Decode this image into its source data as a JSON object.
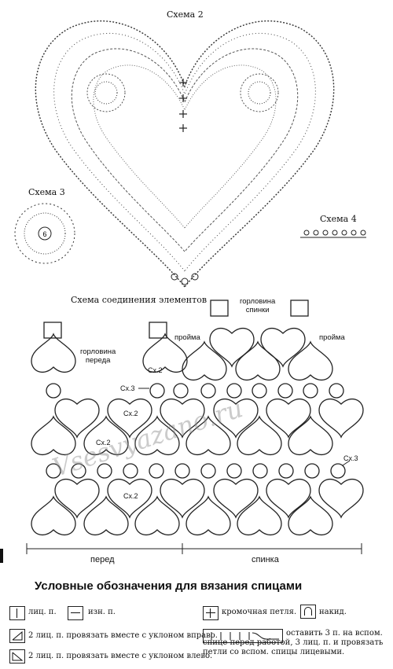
{
  "diagrams": {
    "scheme2": "Схема 2",
    "scheme3": "Схема 3",
    "scheme3_center": "6",
    "scheme4": "Схема 4",
    "join_title": "Схема соединения элементов"
  },
  "join_labels": {
    "neck_front": "горловина\nпереда",
    "neck_back": "горловина\nспинки",
    "armhole_left": "пройма",
    "armhole_right": "пройма",
    "sx2_a": "Сх.2",
    "sx2_b": "Сх.2",
    "sx2_c": "Сх.2",
    "sx2_d": "Сх.2",
    "sx3_a": "Сх.3",
    "sx3_b": "Сх.3",
    "front": "перед",
    "back": "спинка"
  },
  "watermark": "Vsesvyazanо.ru",
  "legend": {
    "title": "Условные обозначения для вязания спицами",
    "knit": "лиц. п.",
    "purl": "изн. п.",
    "edge": "кромочная петля.",
    "yarnover": "накид.",
    "k2tog_right": "2 лиц. п. провязать вместе с уклоном вправо.",
    "k2tog_left": "2 лиц. п. провязать вместе с уклоном влево.",
    "cable": "оставить 3 п. на вспом. спице перед работой, 3 лиц. п. и провязать петли со вспом. спицы лицевыми."
  }
}
